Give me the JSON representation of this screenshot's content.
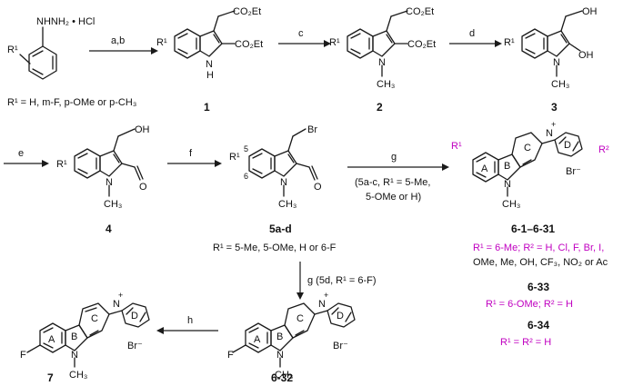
{
  "reagents": {
    "ab": "a,b",
    "c": "c",
    "d": "d",
    "e": "e",
    "f": "f",
    "g": "g",
    "h": "h",
    "g_5d": "g (5d, R¹ = 6-F)"
  },
  "condition_g": {
    "line1": "(5a-c, R¹ = 5-Me,",
    "line2": "5-OMe or H)"
  },
  "starting_material": {
    "hydrazine": "NHNH₂ • HCl",
    "r1_label": "R¹",
    "r1_def": "R¹ = H, m-F, p-OMe or p-CH₃"
  },
  "compounds": {
    "c1": "1",
    "c2": "2",
    "c3": "3",
    "c4": "4",
    "c5": "5a-d",
    "c6": "6-1–6-31",
    "c7": "7",
    "c632": "6-32",
    "c633": "6-33",
    "c634": "6-34"
  },
  "r1_defs": {
    "compound5": "R¹ = 5-Me, 5-OMe, H or 6-F",
    "series6_line1": "R¹ = 6-Me; R² = H, Cl, F, Br, I,",
    "series6_line2": "OMe, Me, OH, CF₃, NO₂ or Ac",
    "c633_def": "R¹ = 6-OMe; R² = H",
    "c634_def": "R¹ = R² = H"
  },
  "atoms": {
    "nh": "N",
    "h": "H",
    "n": "N",
    "ch3": "CH₃",
    "co2et": "CO₂Et",
    "oh": "OH",
    "o": "O",
    "br": "Br",
    "br_ion": "Br⁻",
    "plus": "+",
    "f": "F",
    "r1": "R¹",
    "r2": "R²"
  },
  "ring_labels": {
    "a": "A",
    "b": "B",
    "c": "C",
    "d": "D"
  },
  "colors": {
    "r_label": "#c000c0",
    "ink": "#1a1a1a"
  }
}
